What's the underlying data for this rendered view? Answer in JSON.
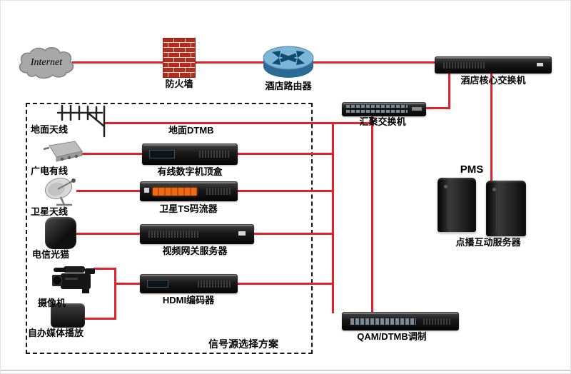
{
  "diagram": {
    "nodes": {
      "internet": {
        "label": "Internet"
      },
      "firewall": {
        "label": "防火墙"
      },
      "router": {
        "label": "酒店路由器"
      },
      "core_switch": {
        "label": "酒店核心交换机"
      },
      "agg_switch": {
        "label": "汇聚交换机"
      },
      "pms": {
        "label": "PMS"
      },
      "vod_server": {
        "label": "点播互动服务器"
      },
      "antenna": {
        "label": "地面天线"
      },
      "dtmb": {
        "label": "地面DTMB"
      },
      "cable": {
        "label": "广电有线"
      },
      "stb": {
        "label": "有线数字机顶盒"
      },
      "satellite": {
        "label": "卫星天线"
      },
      "ts_streamer": {
        "label": "卫星TS码流器"
      },
      "modem": {
        "label": "电信光猫"
      },
      "gateway": {
        "label": "视频网关服务器"
      },
      "camera": {
        "label": "摄像机"
      },
      "hdmi_encoder": {
        "label": "HDMI编码器"
      },
      "media_player": {
        "label": "自办媒体播放"
      },
      "qam": {
        "label": "QAM/DTMB调制"
      },
      "signal_box": {
        "label": "信号源选择方案"
      }
    },
    "icons": {
      "internet": "cloud-icon",
      "firewall": "brick-wall-icon",
      "router": "router-disc-icon",
      "core_switch": "rack-switch-icon",
      "agg_switch": "port-switch-icon",
      "vod_server": "tower-server-icon",
      "antenna": "yagi-antenna-icon",
      "cable": "splitter-icon",
      "stb": "rack-device-icon",
      "satellite": "satellite-dish-icon",
      "modem": "modem-icon",
      "gateway": "rack-device-icon",
      "camera": "camcorder-icon",
      "hdmi_encoder": "rack-device-icon",
      "media_player": "media-box-icon",
      "qam": "rack-device-icon"
    },
    "colors": {
      "connection_line": "#e4202c",
      "brick_red": "#b02c1e",
      "router_blue": "#7db6d6",
      "device_black": "#141414",
      "led_display": "#ef6a14"
    }
  }
}
